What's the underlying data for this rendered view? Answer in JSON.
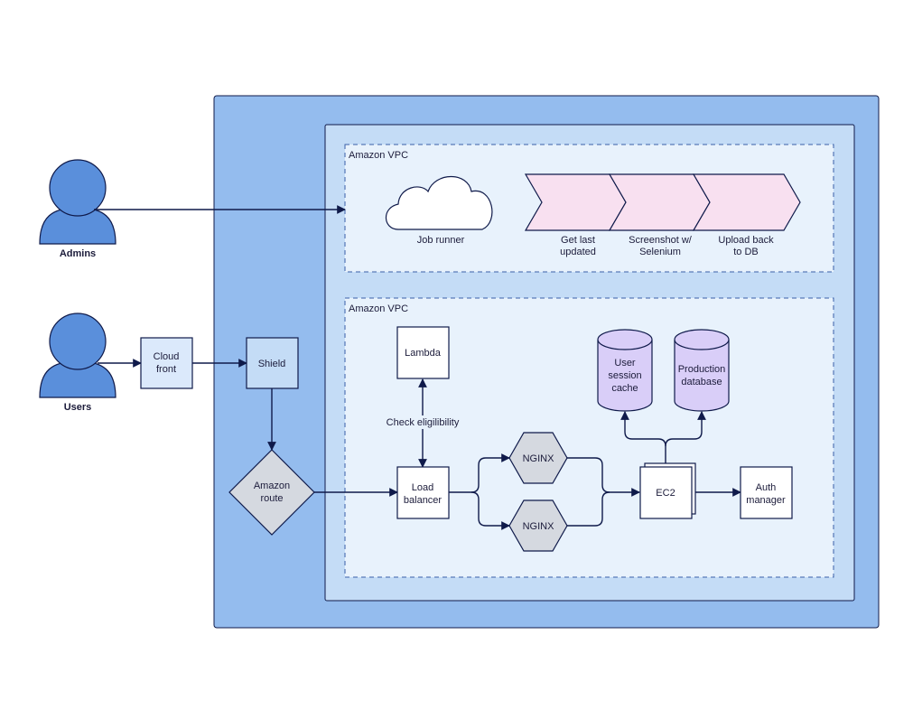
{
  "colors": {
    "outer_region": "#94bcee",
    "inner_region": "#c4dcf6",
    "vpc_region": "#e8f2fc",
    "person": "#5a8fdb",
    "stroke": "#0f1a4a",
    "chevron": "#f8e0f0",
    "database": "#d9cef8",
    "diamond": "#d5d9e0",
    "hexagon": "#d5d9e0",
    "box": "#ffffff",
    "light_box": "#dbe9fb"
  },
  "actors": {
    "admins": "Admins",
    "users": "Users"
  },
  "vpc_top": {
    "title": "Amazon VPC",
    "job_runner": "Job runner",
    "steps": [
      {
        "line1": "Get last",
        "line2": "updated"
      },
      {
        "line1": "Screenshot w/",
        "line2": "Selenium"
      },
      {
        "line1": "Upload back",
        "line2": "to DB"
      }
    ]
  },
  "vpc_bottom": {
    "title": "Amazon VPC",
    "lambda": "Lambda",
    "check_eligibility": "Check eligilibility",
    "load_balancer": {
      "line1": "Load",
      "line2": "balancer"
    },
    "nginx_top": "NGINX",
    "nginx_bottom": "NGINX",
    "ec2": "EC2",
    "auth_manager": {
      "line1": "Auth",
      "line2": "manager"
    },
    "user_session_cache": {
      "line1": "User",
      "line2": "session",
      "line3": "cache"
    },
    "production_database": {
      "line1": "Production",
      "line2": "database"
    }
  },
  "edge_nodes": {
    "cloudfront": {
      "line1": "Cloud",
      "line2": "front"
    },
    "shield": "Shield",
    "amazon_route": {
      "line1": "Amazon",
      "line2": "route"
    }
  },
  "icons": {
    "person": "person-icon",
    "cloud": "cloud-icon",
    "database": "database-icon"
  }
}
